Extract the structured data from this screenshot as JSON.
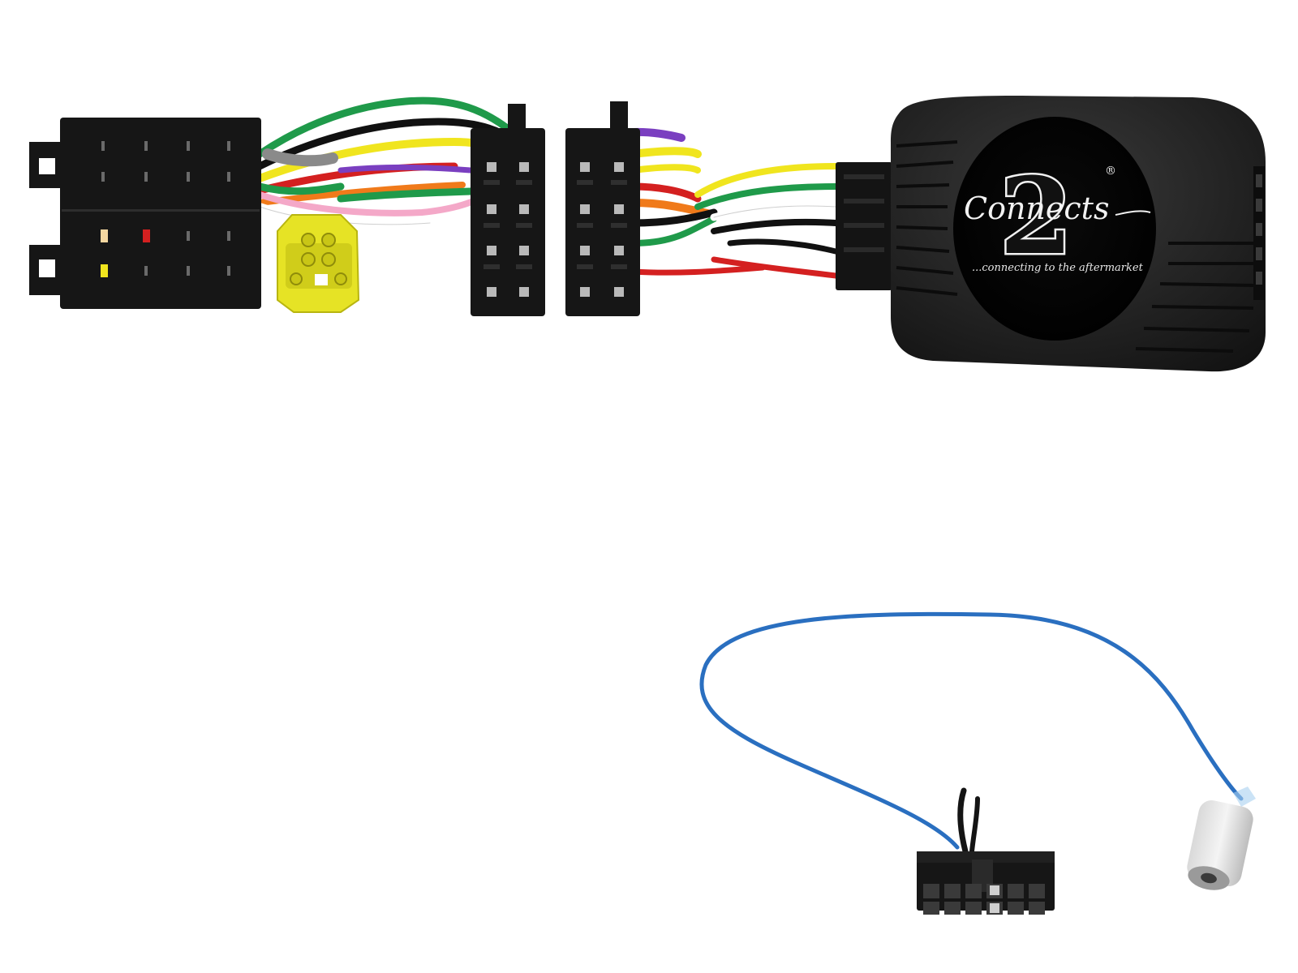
{
  "product": {
    "logo": {
      "brand_text": "Connects",
      "big_numeral": "2",
      "registered_mark": "®",
      "tagline": "...connecting to the aftermarket"
    }
  },
  "colors": {
    "background": "#ffffff",
    "connector_black": "#161616",
    "yellow_connector": "#e6e325",
    "blue_lead": "#2a6fc0",
    "module_body": "#1b1b1b"
  },
  "wire_colors": [
    "#1f9a4a",
    "#f0e51e",
    "#d42020",
    "#ffffff",
    "#111111",
    "#7a3fc0",
    "#f07a1a",
    "#f4a8c8",
    "#8a8a8a"
  ]
}
